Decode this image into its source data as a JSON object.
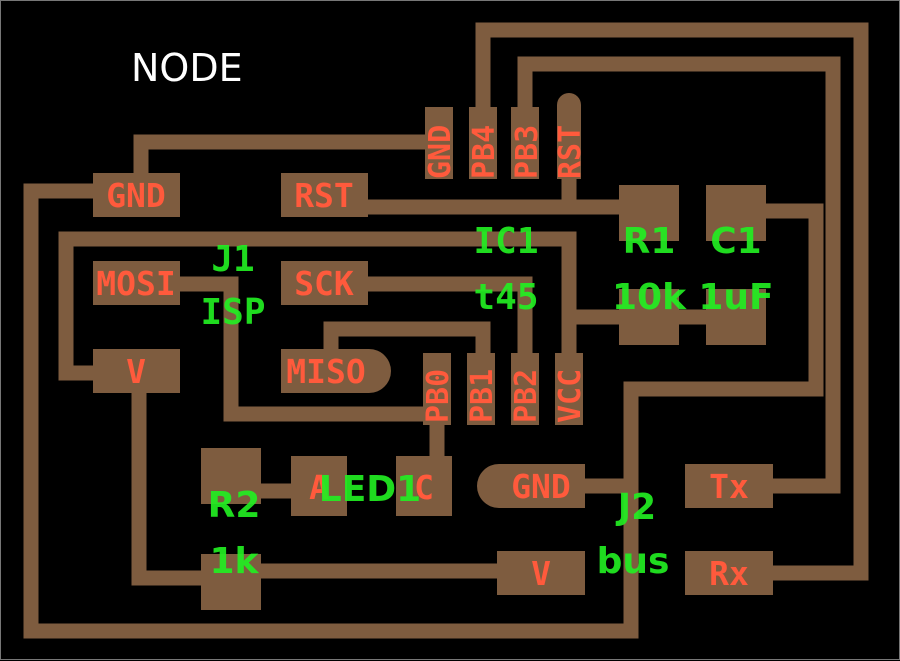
{
  "board": {
    "title": "NODE",
    "colors": {
      "background": "#000000",
      "copper": "#7e5c3f",
      "pad_label": "#ff5a3c",
      "silkscreen": "#22ee22",
      "title": "#ffffff"
    }
  },
  "components": {
    "j1": {
      "ref": "J1",
      "value": "ISP",
      "pins": {
        "gnd": "GND",
        "rst": "RST",
        "mosi": "MOSI",
        "sck": "SCK",
        "v": "V",
        "miso": "MISO"
      }
    },
    "ic1": {
      "ref": "IC1",
      "value": "t45",
      "pins": {
        "gnd": "GND",
        "pb4": "PB4",
        "pb3": "PB3",
        "rst": "RST",
        "pb0": "PB0",
        "pb1": "PB1",
        "pb2": "PB2",
        "vcc": "VCC"
      }
    },
    "r1": {
      "ref": "R1",
      "value": "10k"
    },
    "c1": {
      "ref": "C1",
      "value": "1uF"
    },
    "r2": {
      "ref": "R2",
      "value": "1k"
    },
    "led1": {
      "ref": "LED1",
      "anode": "A",
      "cathode": "C"
    },
    "j2": {
      "ref": "J2",
      "value": "bus",
      "pins": {
        "gnd": "GND",
        "v": "V",
        "tx": "Tx",
        "rx": "Rx"
      }
    }
  }
}
